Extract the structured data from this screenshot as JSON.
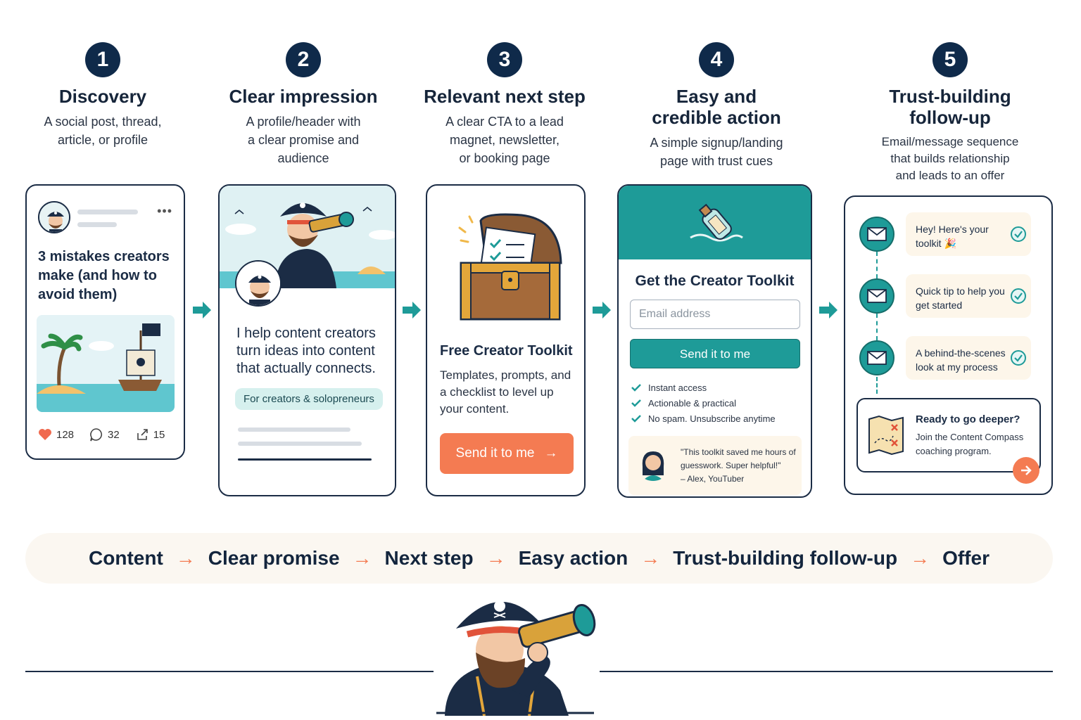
{
  "steps": [
    {
      "num": "1",
      "title_lines": [
        "Discovery"
      ],
      "desc_lines": [
        "A social post, thread,",
        "article, or profile"
      ]
    },
    {
      "num": "2",
      "title_lines": [
        "Clear impression"
      ],
      "desc_lines": [
        "A profile/header with",
        "a clear promise and",
        "audience"
      ]
    },
    {
      "num": "3",
      "title_lines": [
        "Relevant next step"
      ],
      "desc_lines": [
        "A clear CTA to a lead",
        "magnet, newsletter,",
        "or booking page"
      ]
    },
    {
      "num": "4",
      "title_lines": [
        "Easy and",
        "credible action"
      ],
      "desc_lines": [
        "A simple signup/landing",
        "page with trust cues"
      ]
    },
    {
      "num": "5",
      "title_lines": [
        "Trust-building",
        "follow-up"
      ],
      "desc_lines": [
        "Email/message sequence",
        "that builds relationship",
        "and leads to an offer"
      ]
    }
  ],
  "post": {
    "title": "3 mistakes creators make (and how to avoid them)",
    "likes": "128",
    "comments": "32",
    "shares": "15",
    "more": "•••"
  },
  "profile": {
    "headline": "I help content creators turn ideas into content that actually connects.",
    "audience": "For creators & solopreneurs"
  },
  "lead_magnet": {
    "title": "Free Creator Toolkit",
    "desc": "Templates, prompts, and a checklist to level up your content.",
    "button": "Send it to me",
    "button_arrow": "→"
  },
  "signup": {
    "title": "Get the Creator Toolkit",
    "email_placeholder": "Email address",
    "button": "Send it to me",
    "trust": [
      "Instant access",
      "Actionable & practical",
      "No spam. Unsubscribe anytime"
    ],
    "testimonial": "\"This toolkit saved me hours of guesswork. Super helpful!\"",
    "testimonial_author": "– Alex, YouTuber"
  },
  "sequence": {
    "messages": [
      "Hey! Here's your toolkit 🎉",
      "Quick tip to help you get started",
      "A behind-the-scenes look at my process"
    ],
    "offer_title": "Ready to go deeper?",
    "offer_text": "Join the Content Compass coaching program."
  },
  "flow": {
    "items": [
      "Content",
      "Clear promise",
      "Next step",
      "Easy action",
      "Trust-building follow-up",
      "Offer"
    ],
    "arrow": "→"
  },
  "colors": {
    "navy": "#0f2a4a",
    "teal": "#1e9b98",
    "orange": "#f47b52",
    "cream": "#fdf6ea"
  }
}
